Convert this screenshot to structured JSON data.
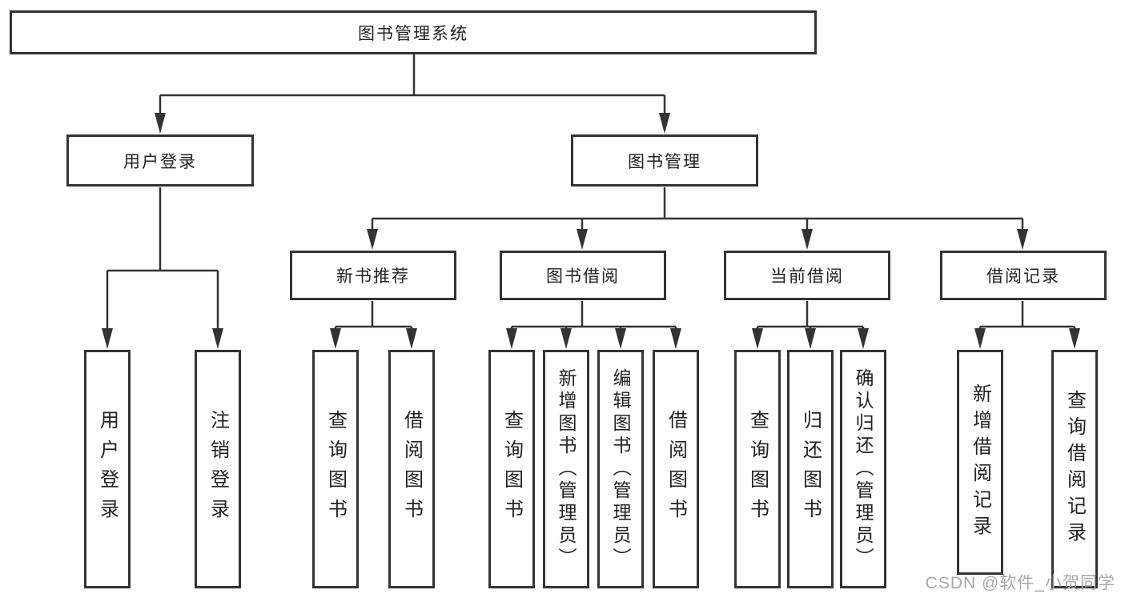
{
  "tree": {
    "label": "图书管理系统",
    "children": [
      {
        "label": "用户登录",
        "children": [
          {
            "label": "用户登录"
          },
          {
            "label": "注销登录"
          }
        ]
      },
      {
        "label": "图书管理",
        "children": [
          {
            "label": "新书推荐",
            "children": [
              {
                "label": "查询图书"
              },
              {
                "label": "借阅图书"
              }
            ]
          },
          {
            "label": "图书借阅",
            "children": [
              {
                "label": "查询图书"
              },
              {
                "label": "新增图书（管理员）"
              },
              {
                "label": "编辑图书（管理员）"
              },
              {
                "label": "借阅图书"
              }
            ]
          },
          {
            "label": "当前借阅",
            "children": [
              {
                "label": "查询图书"
              },
              {
                "label": "归还图书"
              },
              {
                "label": "确认归还（管理员）"
              }
            ]
          },
          {
            "label": "借阅记录",
            "children": [
              {
                "label": "新增借阅记录"
              },
              {
                "label": "查询借阅记录"
              }
            ]
          }
        ]
      }
    ]
  },
  "watermark": {
    "text": "CSDN @软件_小贺同学"
  },
  "colors": {
    "line": "#333333",
    "box_border": "#333333",
    "text": "#222222",
    "watermark": "#a8a8a8",
    "background": "#ffffff"
  }
}
